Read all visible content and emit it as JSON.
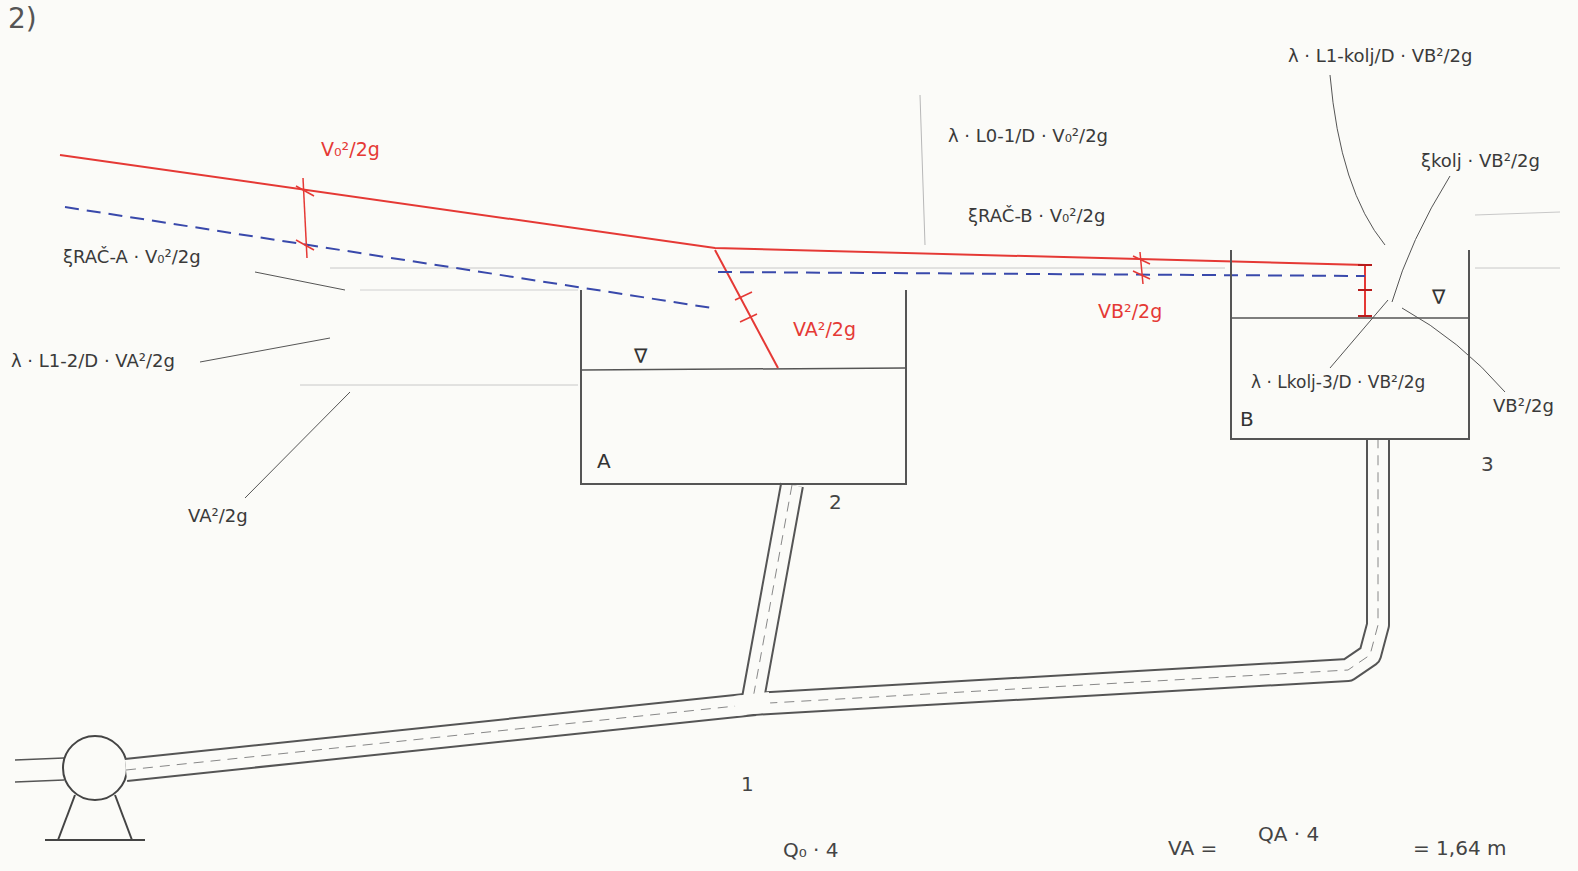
{
  "diagram": {
    "nodes": [
      {
        "text": [
          "∇",
          "A"
        ]
      },
      {
        "text": [
          "∇",
          "B"
        ]
      }
    ],
    "edges": [
      {
        "from": 0,
        "to": 1,
        "arrow": "none"
      }
    ],
    "labels": [
      "2)",
      "V₀²/2g",
      "ξRAČ-A · V₀²/2g",
      "λ · L1-2/D · VA²/2g",
      "VA²/2g",
      "λ · L0-1/D · V₀²/2g",
      "ξRAČ-B · V₀²/2g",
      "VA²/2g",
      "VB²/2g",
      "λ · L1-kolj/D · VB²/2g",
      "ξkolj · VB²/2g",
      "λ · Lkolj-3/D · VB²/2g",
      "VB²/2g",
      "1",
      "2",
      "3",
      "Q₀ · 4",
      "VA =",
      "QA · 4",
      "= 1,64 m"
    ]
  }
}
